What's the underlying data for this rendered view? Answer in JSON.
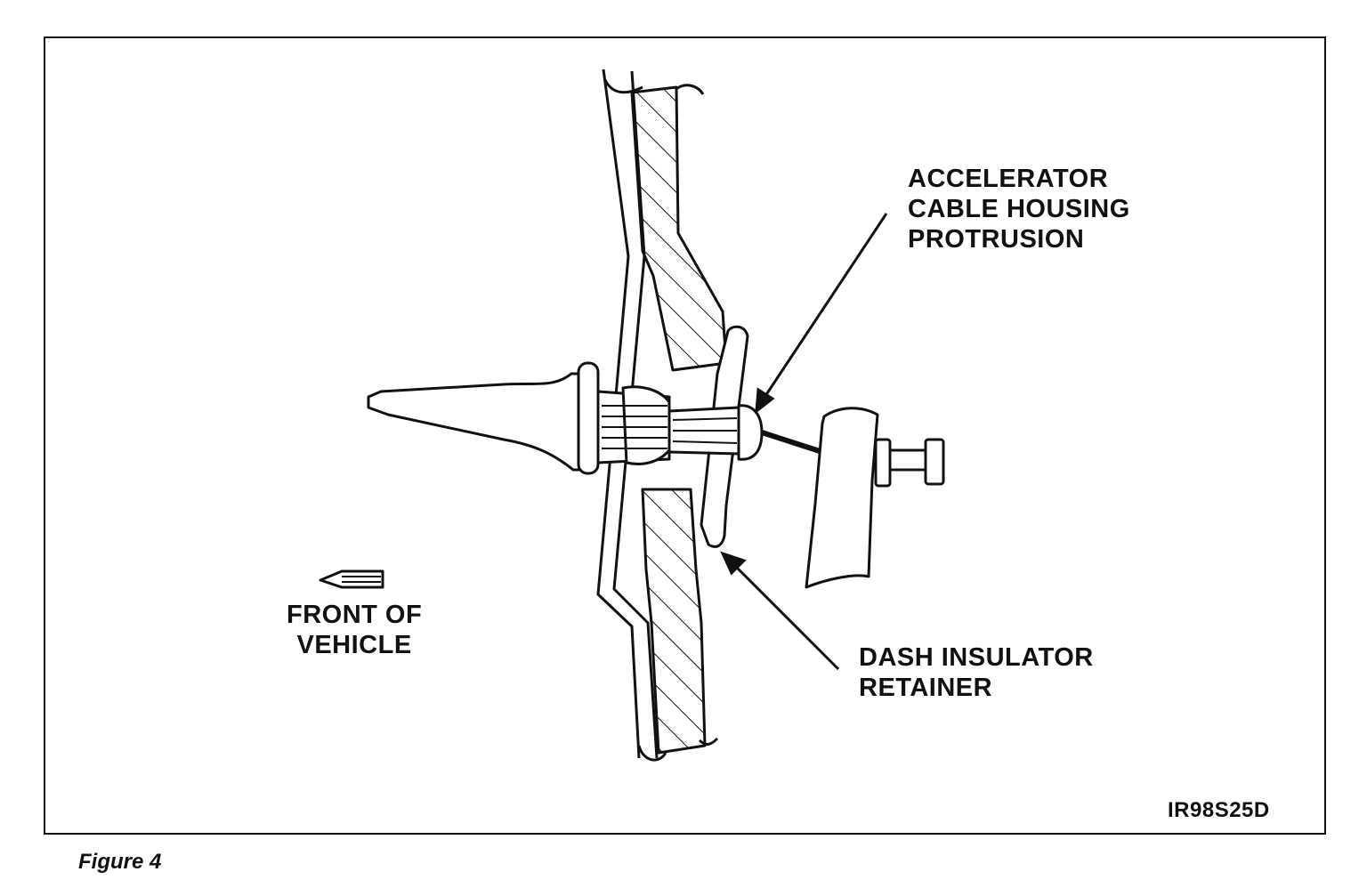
{
  "figure": {
    "caption": "Figure 4",
    "code": "IR98S25D"
  },
  "labels": {
    "accelerator": [
      "ACCELERATOR",
      "CABLE HOUSING",
      "PROTRUSION"
    ],
    "dash_insulator": [
      "DASH INSULATOR",
      "RETAINER"
    ],
    "front_of_vehicle": [
      "FRONT OF",
      "VEHICLE"
    ]
  },
  "colors": {
    "ink": "#111111",
    "paper": "#ffffff"
  }
}
